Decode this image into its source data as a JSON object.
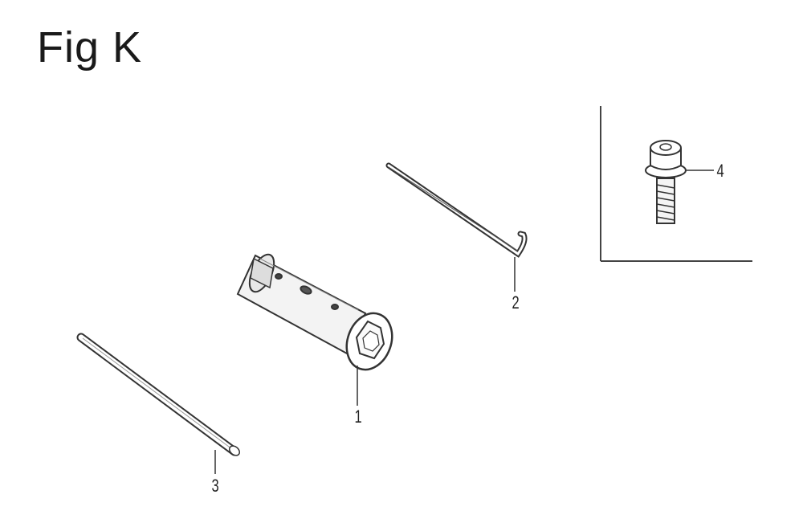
{
  "figure": {
    "title": "Fig K"
  },
  "callouts": [
    {
      "id": "1"
    },
    {
      "id": "2"
    },
    {
      "id": "3"
    },
    {
      "id": "4"
    }
  ]
}
